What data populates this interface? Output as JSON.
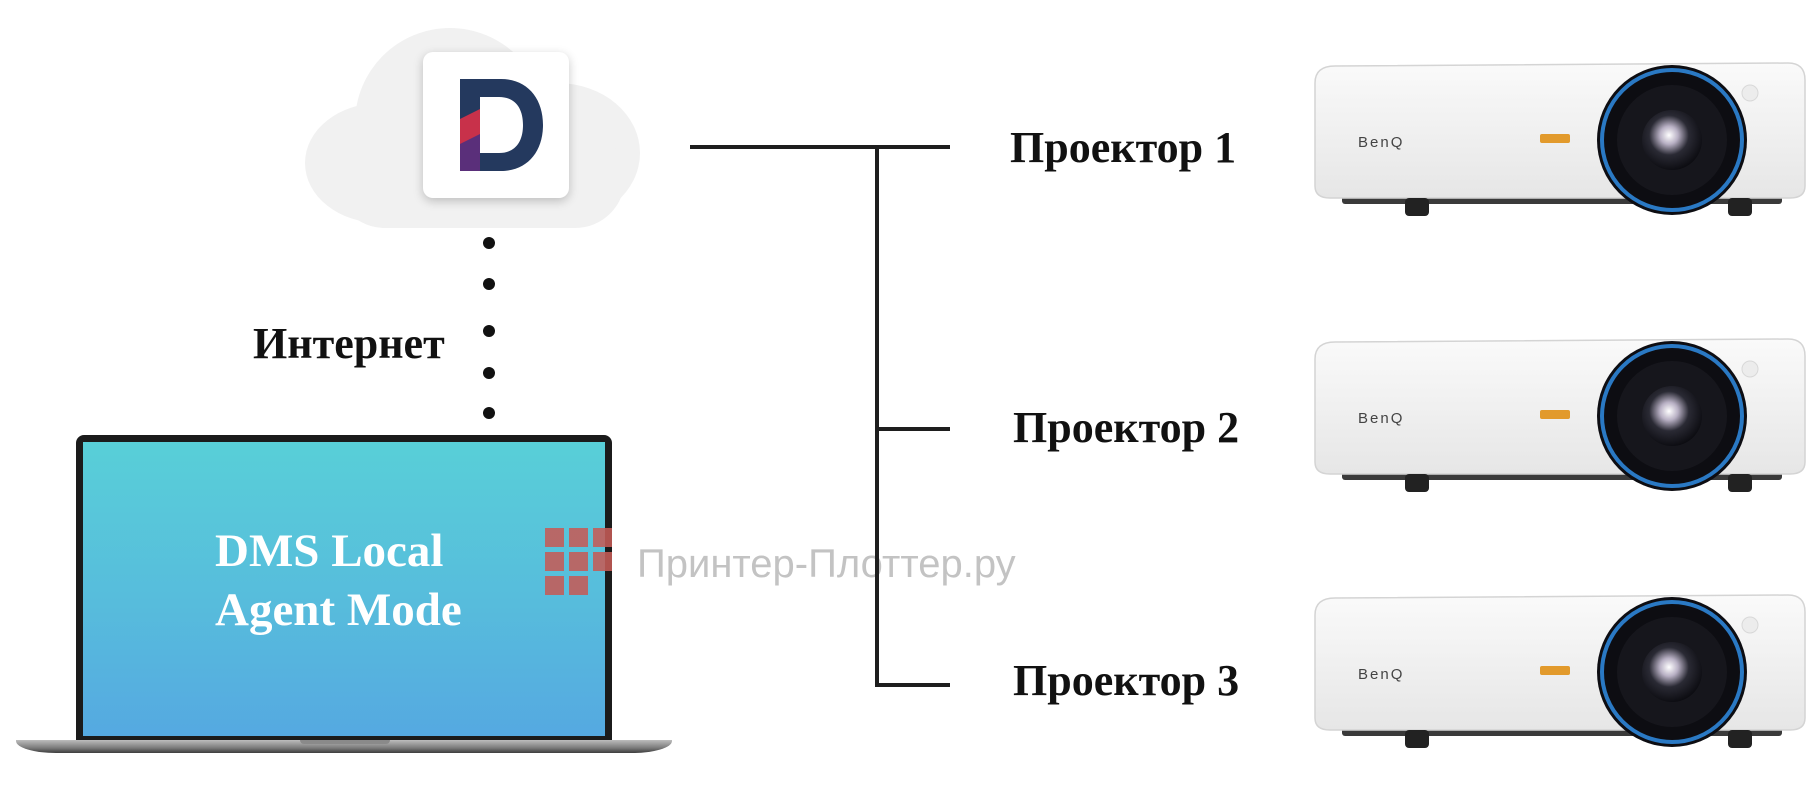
{
  "diagram": {
    "cloud": {
      "app_icon": "dms-d-logo-icon",
      "colors": {
        "logo_navy": "#24395e",
        "logo_red": "#c8314a",
        "logo_purple": "#5a2f7a",
        "cloud": "#f1f1f1"
      }
    },
    "internet_label": "Интернет",
    "laptop": {
      "screen_text": "DMS Local\nAgent Mode",
      "screen_colors": {
        "top": "#58cfd8",
        "bottom": "#55a9e1"
      }
    },
    "projectors": [
      {
        "label": "Проектор 1",
        "brand": "BenQ"
      },
      {
        "label": "Проектор 2",
        "brand": "BenQ"
      },
      {
        "label": "Проектор 3",
        "brand": "BenQ"
      }
    ],
    "watermark": {
      "text": "Принтер-Плоттер.ру",
      "color": "#c55b56"
    }
  }
}
